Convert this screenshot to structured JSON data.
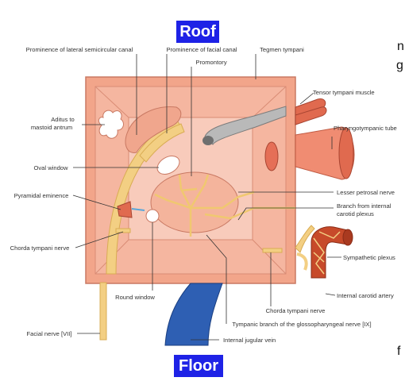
{
  "badges": {
    "roof": "Roof",
    "floor": "Floor"
  },
  "edge_fragments": {
    "top1": "n",
    "top2": "g",
    "bottom": "f"
  },
  "labels": {
    "lateral_canal": "Prominence of lateral semicircular canal",
    "facial_canal": "Prominence of facial canal",
    "promontory": "Promontory",
    "tegmen": "Tegmen tympani",
    "tensor": "Tensor tympani muscle",
    "pharyngo": "Pharyngotympanic tube",
    "aditus1": "Aditus to",
    "aditus2": "mastoid antrum",
    "oval": "Oval window",
    "pyramidal": "Pyramidal eminence",
    "lesser": "Lesser petrosal nerve",
    "branch1": "Branch from internal",
    "branch2": "carotid plexus",
    "chorda_left": "Chorda tympani nerve",
    "sympathetic": "Sympathetic plexus",
    "round": "Round window",
    "carotid": "Internal carotid artery",
    "chorda_right": "Chorda tympani nerve",
    "facial_nerve": "Facial nerve [VII]",
    "tympanic_branch": "Tympanic branch of the glossopharyngeal nerve [IX]",
    "jugular": "Internal jugular vein"
  },
  "colors": {
    "box_outer": "#f2a58a",
    "box_inner": "#f5b6a0",
    "box_back": "#f8cbbb",
    "box_edge": "#c97963",
    "nerve": "#f3cf83",
    "nerve_dark": "#d9ac53",
    "muscle": "#e06a4f",
    "vein": "#2e5fb3",
    "artery": "#c74a2a",
    "badge": "#1e22e6"
  }
}
